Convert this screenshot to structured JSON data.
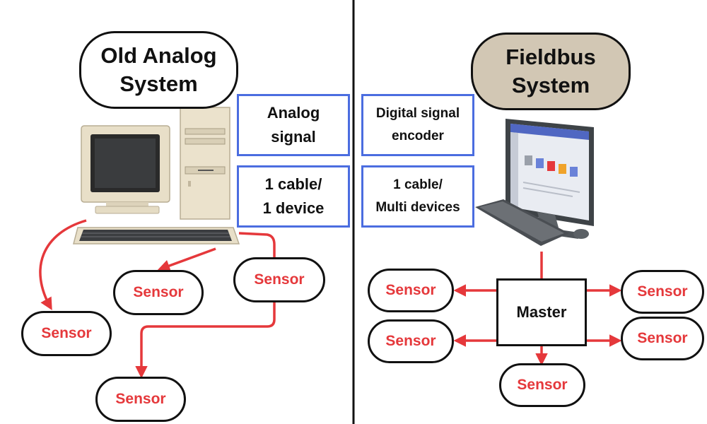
{
  "left_panel": {
    "title_line1": "Old Analog",
    "title_line2": "System",
    "box_signal": {
      "line1": "Analog",
      "line2": "signal"
    },
    "box_cable": {
      "line1": "1 cable/",
      "line2": "1 device"
    },
    "sensors": [
      "Sensor",
      "Sensor",
      "Sensor",
      "Sensor"
    ]
  },
  "right_panel": {
    "title_line1": "Fieldbus",
    "title_line2": "System",
    "box_signal": {
      "line1": "Digital signal",
      "line2": "encoder"
    },
    "box_cable": {
      "line1": "1 cable/",
      "line2": "Multi devices"
    },
    "master_label": "Master",
    "sensors": [
      "Sensor",
      "Sensor",
      "Sensor",
      "Sensor",
      "Sensor"
    ]
  },
  "colors": {
    "arrow": "#e5383b",
    "box_border": "#4b6de0",
    "fieldbus_title_fill": "#d2c7b4",
    "divider": "#111111"
  },
  "icons": [
    "retro-computer-icon",
    "modern-computer-icon"
  ]
}
